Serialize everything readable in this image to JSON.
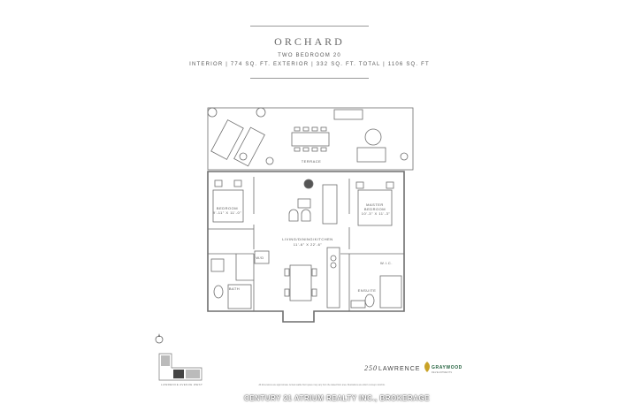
{
  "header": {
    "title": "ORCHARD",
    "subtitle": "TWO BEDROOM 20",
    "areas": "INTERIOR | 774 SQ. FT.   EXTERIOR | 332 SQ. FT.   TOTAL | 1106 SQ. FT"
  },
  "rooms": {
    "terrace": "TERRACE",
    "bedroom": "BEDROOM",
    "bedroom_dim": "9'-11\" X 11'-0\"",
    "master": "MASTER",
    "master_bedroom": "BEDROOM",
    "master_dim": "10'-3\" X 11'-3\"",
    "living": "LIVING/DINING/KITCHEN",
    "living_dim": "11'-6\" X 22'-6\"",
    "wic_small": "W/D",
    "wic": "W.I.C.",
    "bath": "BATH",
    "ensuite": "ENSUITE"
  },
  "keyplan": {
    "caption": "LAWRENCE AVENUE WEST"
  },
  "brand": {
    "number": "250",
    "name": "LAWRENCE",
    "developer": "GRAYWOOD",
    "developer_sub": "DEVELOPMENTS"
  },
  "disclaimer": "All dimensions are approximate. Actual usable floor space may vary from the stated floor area. Illustrations are artist's concept. E.&O.E.",
  "watermark": "CENTURY 21 ATRIUM REALTY INC., BROKERAGE",
  "colors": {
    "line": "#6e6e6e",
    "brand_green": "#1f5f3b",
    "brand_gold": "#c9a227"
  }
}
